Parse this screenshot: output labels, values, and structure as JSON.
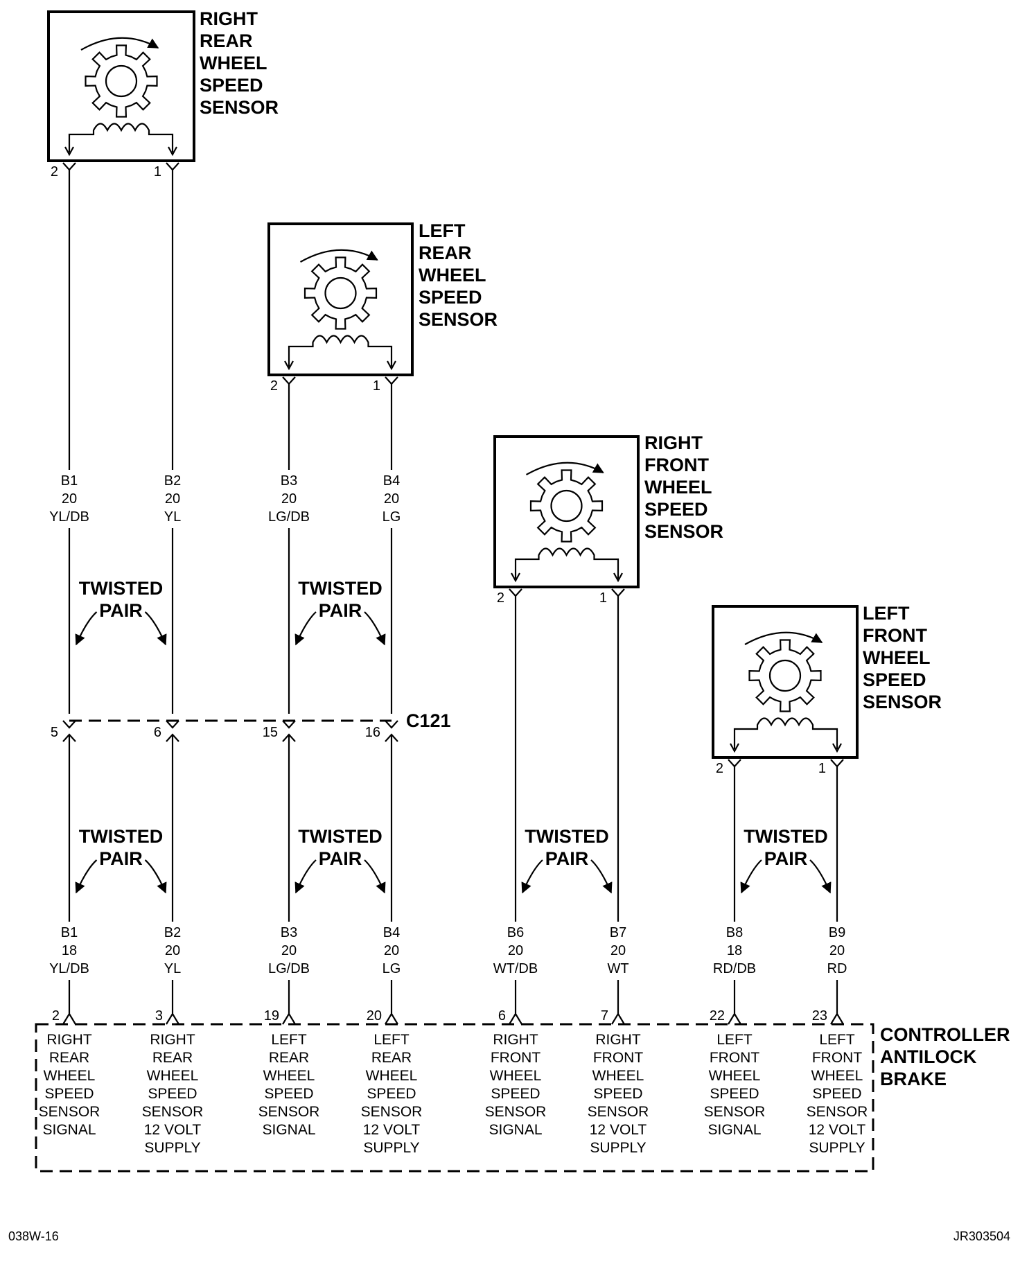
{
  "sensors": [
    {
      "id": "rr",
      "label_lines": [
        "RIGHT",
        "REAR",
        "WHEEL",
        "SPEED",
        "SENSOR"
      ],
      "pin_left": "2",
      "pin_right": "1"
    },
    {
      "id": "lr",
      "label_lines": [
        "LEFT",
        "REAR",
        "WHEEL",
        "SPEED",
        "SENSOR"
      ],
      "pin_left": "2",
      "pin_right": "1"
    },
    {
      "id": "rf",
      "label_lines": [
        "RIGHT",
        "FRONT",
        "WHEEL",
        "SPEED",
        "SENSOR"
      ],
      "pin_left": "2",
      "pin_right": "1"
    },
    {
      "id": "lf",
      "label_lines": [
        "LEFT",
        "FRONT",
        "WHEEL",
        "SPEED",
        "SENSOR"
      ],
      "pin_left": "2",
      "pin_right": "1"
    }
  ],
  "upper_wires": [
    {
      "circuit": "B1",
      "gauge": "20",
      "color": "YL/DB"
    },
    {
      "circuit": "B2",
      "gauge": "20",
      "color": "YL"
    },
    {
      "circuit": "B3",
      "gauge": "20",
      "color": "LG/DB"
    },
    {
      "circuit": "B4",
      "gauge": "20",
      "color": "LG"
    }
  ],
  "connector": {
    "name": "C121",
    "pins": [
      "5",
      "6",
      "15",
      "16"
    ]
  },
  "twisted_pair_label": [
    "TWISTED",
    "PAIR"
  ],
  "lower_wires": [
    {
      "circuit": "B1",
      "gauge": "18",
      "color": "YL/DB"
    },
    {
      "circuit": "B2",
      "gauge": "20",
      "color": "YL"
    },
    {
      "circuit": "B3",
      "gauge": "20",
      "color": "LG/DB"
    },
    {
      "circuit": "B4",
      "gauge": "20",
      "color": "LG"
    },
    {
      "circuit": "B6",
      "gauge": "20",
      "color": "WT/DB"
    },
    {
      "circuit": "B7",
      "gauge": "20",
      "color": "WT"
    },
    {
      "circuit": "B8",
      "gauge": "18",
      "color": "RD/DB"
    },
    {
      "circuit": "B9",
      "gauge": "20",
      "color": "RD"
    }
  ],
  "controller": {
    "label_lines": [
      "CONTROLLER",
      "ANTILOCK",
      "BRAKE"
    ],
    "pins": [
      "2",
      "3",
      "19",
      "20",
      "6",
      "7",
      "22",
      "23"
    ],
    "functions": [
      [
        "RIGHT",
        "REAR",
        "WHEEL",
        "SPEED",
        "SENSOR",
        "SIGNAL"
      ],
      [
        "RIGHT",
        "REAR",
        "WHEEL",
        "SPEED",
        "SENSOR",
        "12 VOLT",
        "SUPPLY"
      ],
      [
        "LEFT",
        "REAR",
        "WHEEL",
        "SPEED",
        "SENSOR",
        "SIGNAL"
      ],
      [
        "LEFT",
        "REAR",
        "WHEEL",
        "SPEED",
        "SENSOR",
        "12 VOLT",
        "SUPPLY"
      ],
      [
        "RIGHT",
        "FRONT",
        "WHEEL",
        "SPEED",
        "SENSOR",
        "SIGNAL"
      ],
      [
        "RIGHT",
        "FRONT",
        "WHEEL",
        "SPEED",
        "SENSOR",
        "12 VOLT",
        "SUPPLY"
      ],
      [
        "LEFT",
        "FRONT",
        "WHEEL",
        "SPEED",
        "SENSOR",
        "SIGNAL"
      ],
      [
        "LEFT",
        "FRONT",
        "WHEEL",
        "SPEED",
        "SENSOR",
        "12 VOLT",
        "SUPPLY"
      ]
    ]
  },
  "footer": {
    "left": "038W-16",
    "right": "JR303504"
  }
}
